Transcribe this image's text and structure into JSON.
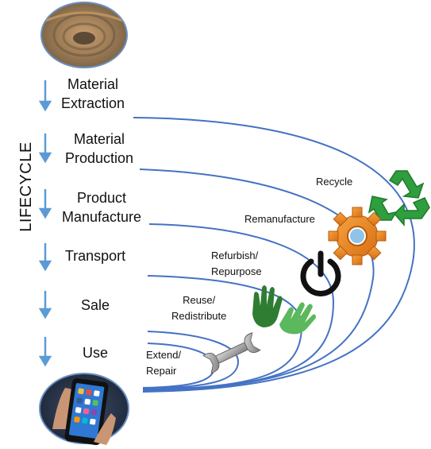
{
  "side_label": "LIFECYCLE",
  "stages": [
    {
      "id": "extraction",
      "line1": "Material",
      "line2": "Extraction"
    },
    {
      "id": "production",
      "line1": "Material",
      "line2": "Production"
    },
    {
      "id": "manufacture",
      "line1": "Product",
      "line2": "Manufacture"
    },
    {
      "id": "transport",
      "line1": "Transport",
      "line2": ""
    },
    {
      "id": "sale",
      "line1": "Sale",
      "line2": ""
    },
    {
      "id": "use",
      "line1": "Use",
      "line2": ""
    }
  ],
  "loops": [
    {
      "id": "recycle",
      "line1": "Recycle",
      "line2": "",
      "icon": "recycle-icon"
    },
    {
      "id": "remanufacture",
      "line1": "Remanufacture",
      "line2": "",
      "icon": "gear-icon"
    },
    {
      "id": "refurbish",
      "line1": "Refurbish/",
      "line2": "Repurpose",
      "icon": "power-icon"
    },
    {
      "id": "reuse",
      "line1": "Reuse/",
      "line2": "Redistribute",
      "icon": "hands-icon"
    },
    {
      "id": "repair",
      "line1": "Extend/",
      "line2": "Repair",
      "icon": "wrench-icon"
    }
  ],
  "images": {
    "top": "mine-photo",
    "bottom": "smartphone-photo"
  },
  "colors": {
    "arrow": "#5b9bd5",
    "curve": "#4472c4",
    "recycle": "#2e9e3e",
    "gear": "#f08a24",
    "power": "#111111",
    "hand_dark": "#2e7d32",
    "hand_light": "#5cb85c",
    "wrench": "#9e9e9e"
  }
}
